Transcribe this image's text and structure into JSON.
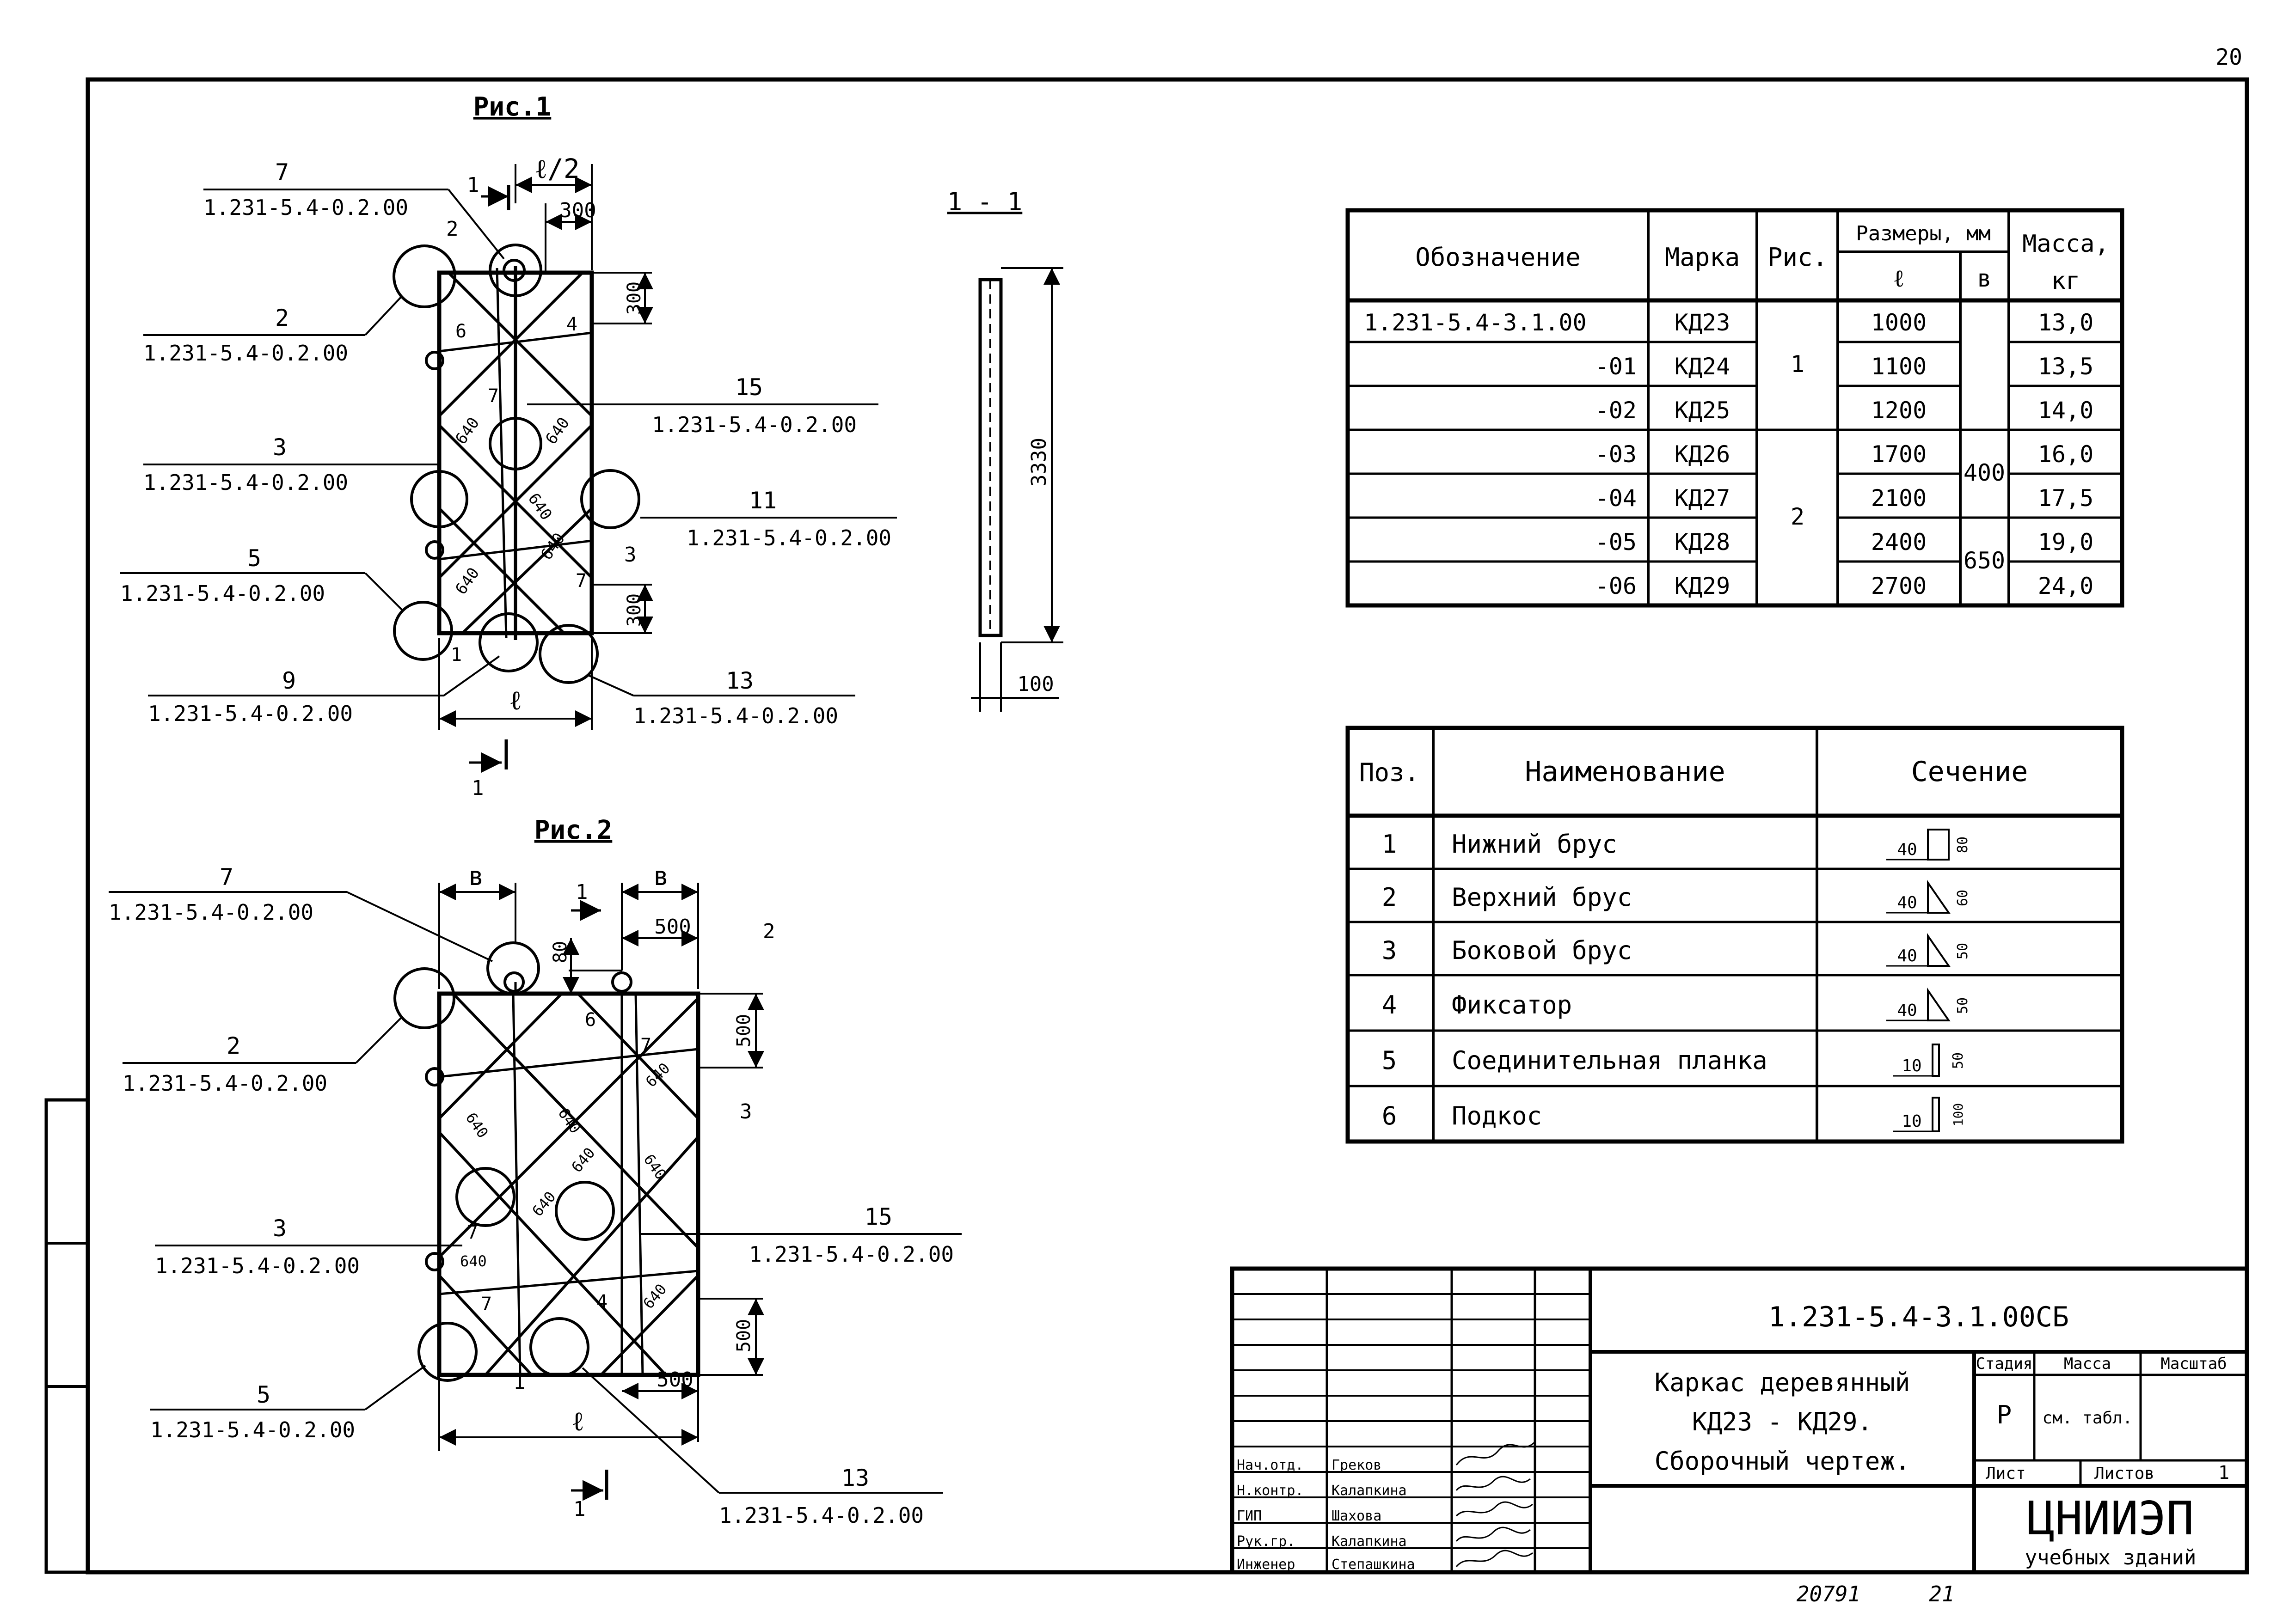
{
  "page_number": "20",
  "fig1": {
    "title": "Рис.1",
    "half_span": "ℓ/2",
    "span": "ℓ",
    "dim_300": "300",
    "dim_640": "640",
    "section_mark": "1",
    "callouts": [
      {
        "num": "7",
        "ref": "1.231-5.4-0.2.00"
      },
      {
        "num": "2",
        "ref": "1.231-5.4-0.2.00"
      },
      {
        "num": "3",
        "ref": "1.231-5.4-0.2.00"
      },
      {
        "num": "5",
        "ref": "1.231-5.4-0.2.00"
      },
      {
        "num": "9",
        "ref": "1.231-5.4-0.2.00"
      },
      {
        "num": "15",
        "ref": "1.231-5.4-0.2.00"
      },
      {
        "num": "11",
        "ref": "1.231-5.4-0.2.00"
      },
      {
        "num": "13",
        "ref": "1.231-5.4-0.2.00"
      }
    ],
    "pos_labels": [
      "2",
      "6",
      "4",
      "7",
      "3",
      "7",
      "1",
      "1"
    ]
  },
  "section": {
    "title": "1 - 1",
    "height": "3330",
    "width": "100"
  },
  "fig2": {
    "title": "Рис.2",
    "b": "в",
    "span": "ℓ",
    "dim_500": "500",
    "dim_80": "80",
    "dim_640": "640",
    "section_mark": "1",
    "callouts": [
      {
        "num": "7",
        "ref": "1.231-5.4-0.2.00"
      },
      {
        "num": "2",
        "ref": "1.231-5.4-0.2.00"
      },
      {
        "num": "3",
        "ref": "1.231-5.4-0.2.00"
      },
      {
        "num": "5",
        "ref": "1.231-5.4-0.2.00"
      },
      {
        "num": "15",
        "ref": "1.231-5.4-0.2.00"
      },
      {
        "num": "13",
        "ref": "1.231-5.4-0.2.00"
      }
    ],
    "pos_labels": [
      "2",
      "6",
      "7",
      "3",
      "7",
      "7",
      "4",
      "1"
    ]
  },
  "marks_table": {
    "headers": {
      "designation": "Обозначение",
      "mark": "Марка",
      "fig": "Рис.",
      "dims": "Размеры, мм",
      "l": "ℓ",
      "b": "в",
      "mass": "Масса,",
      "mass_unit": "кг"
    },
    "fig_values": [
      "1",
      "2"
    ],
    "b_values": [
      "400",
      "650"
    ],
    "rows": [
      {
        "designation": "1.231-5.4-3.1.00",
        "mark": "КД23",
        "l": "1000",
        "mass": "13,0"
      },
      {
        "designation": "-01",
        "mark": "КД24",
        "l": "1100",
        "mass": "13,5"
      },
      {
        "designation": "-02",
        "mark": "КД25",
        "l": "1200",
        "mass": "14,0"
      },
      {
        "designation": "-03",
        "mark": "КД26",
        "l": "1700",
        "mass": "16,0"
      },
      {
        "designation": "-04",
        "mark": "КД27",
        "l": "2100",
        "mass": "17,5"
      },
      {
        "designation": "-05",
        "mark": "КД28",
        "l": "2400",
        "mass": "19,0"
      },
      {
        "designation": "-06",
        "mark": "КД29",
        "l": "2700",
        "mass": "24,0"
      }
    ]
  },
  "parts_table": {
    "headers": {
      "pos": "Поз.",
      "name": "Наименование",
      "section": "Сечение"
    },
    "rows": [
      {
        "pos": "1",
        "name": "Нижний брус",
        "w": "40",
        "h": "80"
      },
      {
        "pos": "2",
        "name": "Верхний брус",
        "w": "40",
        "h": "60"
      },
      {
        "pos": "3",
        "name": "Боковой брус",
        "w": "40",
        "h": "50"
      },
      {
        "pos": "4",
        "name": "Фиксатор",
        "w": "40",
        "h": "50"
      },
      {
        "pos": "5",
        "name": "Соединительная планка",
        "w": "10",
        "h": "50"
      },
      {
        "pos": "6",
        "name": "Подкос",
        "w": "10",
        "h": "100"
      }
    ]
  },
  "title_block": {
    "doc_code": "1.231-5.4-3.1.00СБ",
    "title_lines": [
      "Каркас деревянный",
      "КД23 - КД29.",
      "Сборочный чертеж."
    ],
    "stage_label": "Стадия",
    "mass_label": "Масса",
    "scale_label": "Масштаб",
    "stage_value": "Р",
    "mass_value": "см. табл.",
    "sheet_label": "Лист",
    "sheets_label": "Листов",
    "sheets_value": "1",
    "org_name": "ЦНИИЭП",
    "org_sub": "учебных зданий",
    "signatures": [
      {
        "role": "Нач.отд.",
        "name": "Греков"
      },
      {
        "role": "Н.контр.",
        "name": "Калапкина"
      },
      {
        "role": "ГИП",
        "name": "Шахова"
      },
      {
        "role": "Рук.гр.",
        "name": "Калапкина"
      },
      {
        "role": "Инженер",
        "name": "Степашкина"
      }
    ]
  },
  "footer": {
    "inv_number": "20791",
    "page": "21"
  }
}
